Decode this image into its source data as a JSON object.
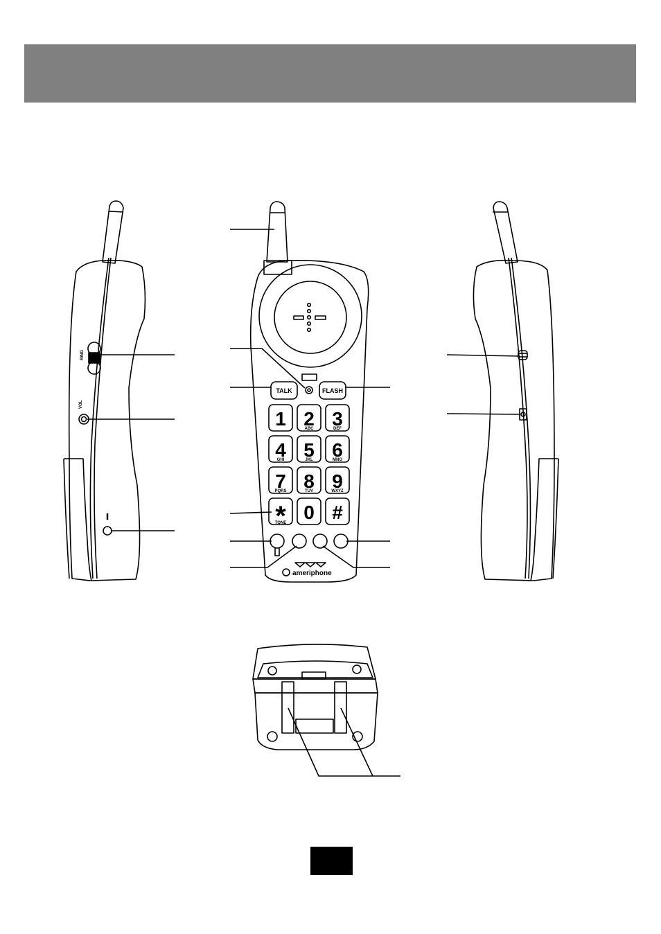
{
  "phone": {
    "keypad": [
      {
        "digit": "1",
        "letters": ""
      },
      {
        "digit": "2",
        "letters": "ABC"
      },
      {
        "digit": "3",
        "letters": "DEF"
      },
      {
        "digit": "4",
        "letters": "GHI"
      },
      {
        "digit": "5",
        "letters": "JKL"
      },
      {
        "digit": "6",
        "letters": "MNO"
      },
      {
        "digit": "7",
        "letters": "PQRS"
      },
      {
        "digit": "8",
        "letters": "TUV"
      },
      {
        "digit": "9",
        "letters": "WXYZ"
      },
      {
        "digit": "*",
        "letters": "TONE"
      },
      {
        "digit": "0",
        "letters": ""
      },
      {
        "digit": "#",
        "letters": ""
      }
    ],
    "talk_label": "TALK",
    "flash_label": "FLASH",
    "brand": "ameriphone"
  }
}
